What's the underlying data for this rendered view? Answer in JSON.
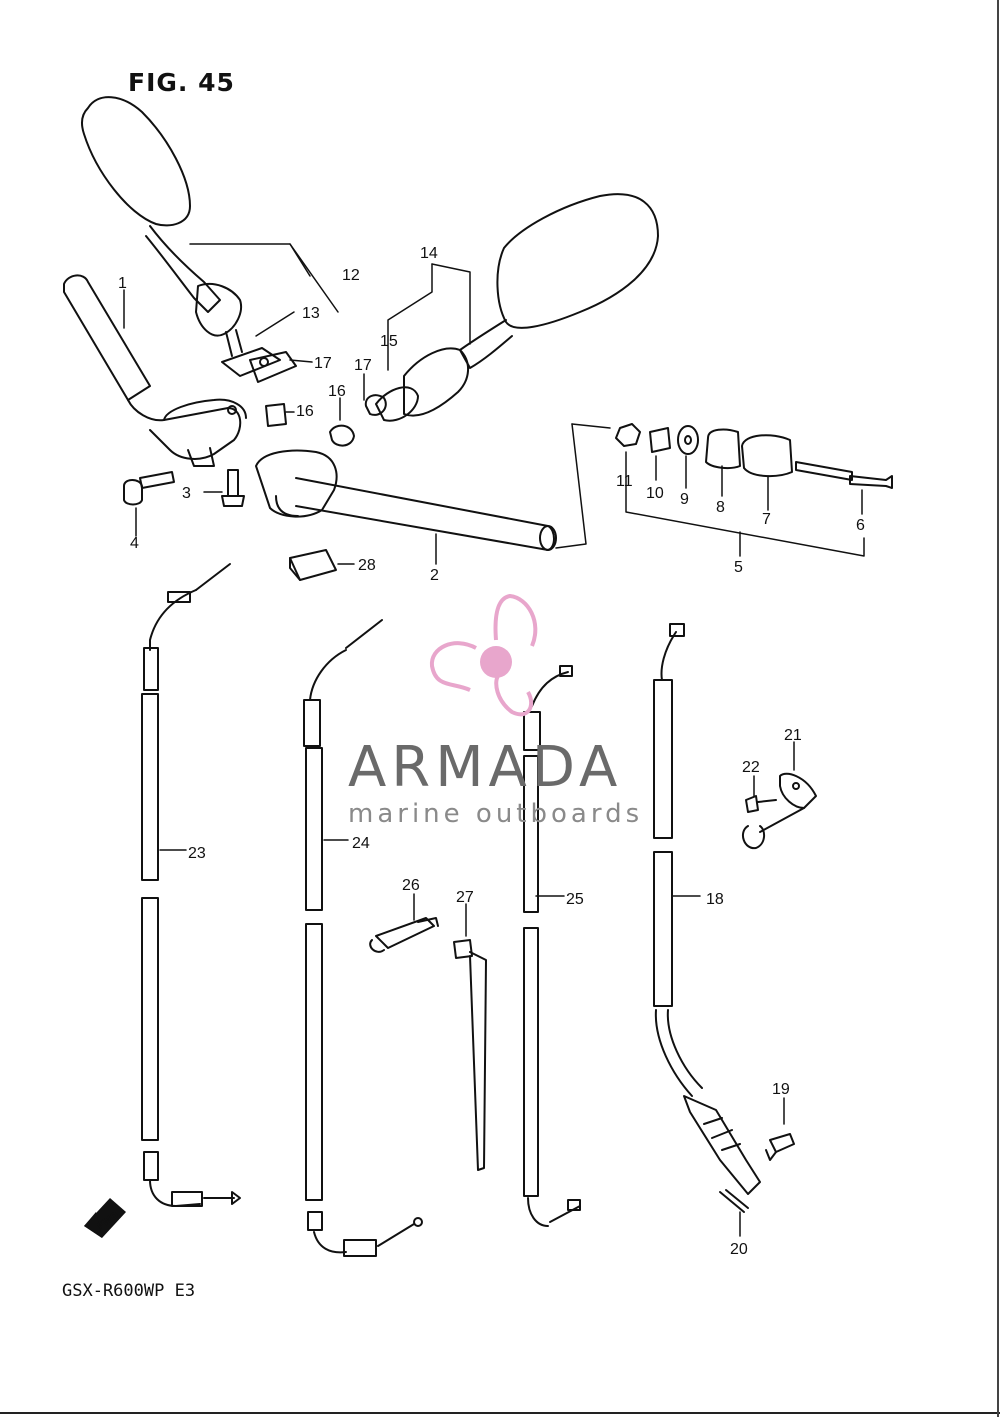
{
  "figure": {
    "title": "FIG. 45",
    "model_code": "GSX-R600WP  E3"
  },
  "watermark": {
    "brand": "ARMADA",
    "tagline": "marine outboards",
    "color_logo": "#e8a6cc",
    "color_text": "#6a6a6a"
  },
  "fwd_label": "FWD",
  "callouts": [
    "1",
    "2",
    "3",
    "4",
    "5",
    "6",
    "7",
    "8",
    "9",
    "10",
    "11",
    "12",
    "13",
    "14",
    "15",
    "16",
    "16",
    "17",
    "17",
    "18",
    "19",
    "20",
    "21",
    "22",
    "23",
    "24",
    "25",
    "26",
    "27",
    "28"
  ],
  "icons": {
    "logo": "propeller-icon",
    "direction": "forward-arrow-icon"
  }
}
